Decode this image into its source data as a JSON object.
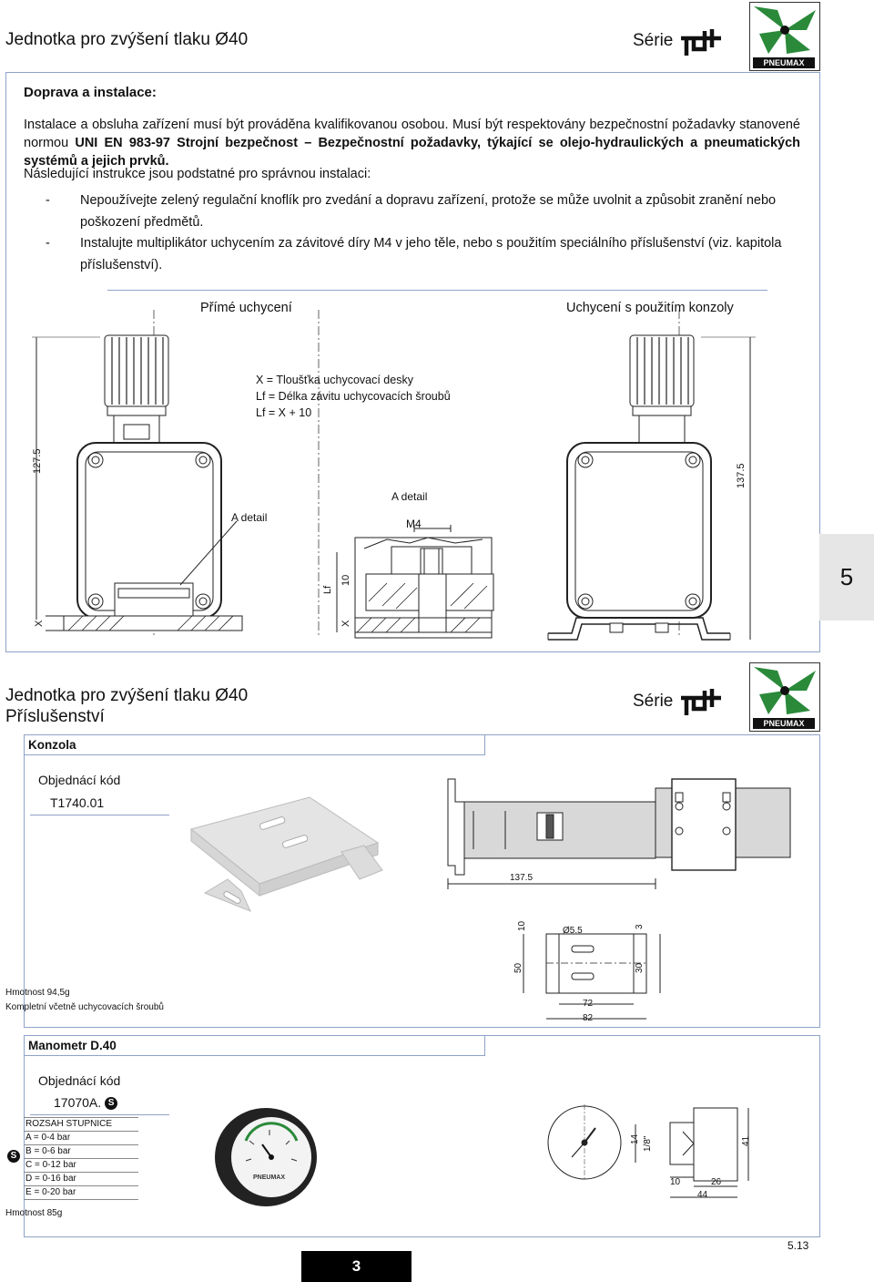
{
  "header": {
    "title": "Jednotka pro zvýšení tlaku Ø40",
    "serie_label": "Série",
    "logo_text": "PNEUMAX"
  },
  "transport": {
    "title": "Doprava a instalace:",
    "para1_a": "Instalace a obsluha zařízení musí být prováděna kvalifikovanou osobou. Musí být respektovány bezpečnostní požadavky stanovené normou ",
    "para1_b": "UNI EN 983-97 Strojní bezpečnost – Bezpečnostní požadavky, týkající se olejo-hydraulických a pneumatických systémů a jejich prvků.",
    "para2": "Následující instrukce jsou podstatné pro správnou instalaci:",
    "bullets": [
      {
        "dash": "-",
        "line1": "Nepoužívejte zelený regulační knoflík pro zvedání a dopravu zařízení, protože se může uvolnit a způsobit zranění nebo",
        "line2": "poškození předmětů."
      },
      {
        "dash": "-",
        "line1": "Instalujte multiplikátor uchycením za závitové díry M4 v jeho těle, nebo s použitím speciálního příslušenství (viz. kapitola",
        "line2": "příslušenství)."
      }
    ]
  },
  "drawing": {
    "direct_title": "Přímé uchycení",
    "bracket_title": "Uchycení s použitím konzoly",
    "legend": [
      "X = Tloušťka uchycovací desky",
      "Lf = Délka závitu uchycovacích šroubů",
      "Lf = X + 10"
    ],
    "dim_127": "127.5",
    "dim_137": "137.5",
    "a_detail_1": "A detail",
    "a_detail_2": "A detail",
    "m4": "M4",
    "x_label": "X",
    "lf_label": "Lf",
    "ten_label": "10",
    "x_label2": "X"
  },
  "side_tab": "5",
  "header2": {
    "title_line1": "Jednotka pro zvýšení tlaku Ø40",
    "title_line2": "Příslušenství",
    "serie_label": "Série",
    "logo_text": "PNEUMAX"
  },
  "konzola": {
    "heading": "Konzola",
    "order_label": "Objednácí kód",
    "code": "T1740.01",
    "weight": "Hmotnost 94,5g",
    "note": "Kompletní včetně uchycovacích šroubů",
    "dims": {
      "d137": "137.5",
      "d10": "10",
      "d55": "Ø5.5",
      "d3": "3",
      "d50": "50",
      "d30": "30",
      "d72": "72",
      "d82": "82"
    }
  },
  "manometr": {
    "heading": "Manometr D.40",
    "order_label": "Objednácí kód",
    "code": "17070A.",
    "code_badge": "S",
    "range_title": "ROZSAH STUPNICE",
    "ranges": [
      "A = 0-4 bar",
      "B = 0-6 bar",
      "C = 0-12 bar",
      "D = 0-16 bar",
      "E = 0-20 bar"
    ],
    "s_badge": "S",
    "weight": "Hmotnost 85g",
    "gauge_brand": "PNEUMAX",
    "dims": {
      "d14": "14",
      "d18": "1/8\"",
      "d41": "41",
      "d10": "10",
      "d26": "26",
      "d44": "44"
    }
  },
  "footer": {
    "page_box": "3",
    "page_number": "5.13"
  },
  "colors": {
    "panel_border": "#8fa3c8",
    "logo_green": "#2a8a3a",
    "tab_gray": "#e6e6e6",
    "drawing_line": "#222222",
    "part_gray": "#d8d8d8"
  }
}
